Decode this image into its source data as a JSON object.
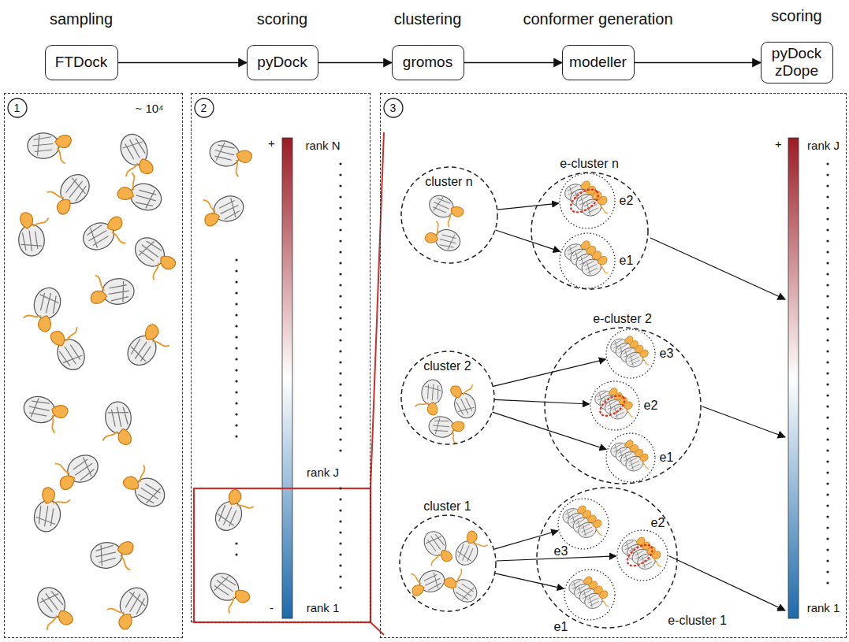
{
  "diagram": {
    "nodes": [
      {
        "text": [
          "sampling",
          "FTDock"
        ]
      },
      {
        "text": [
          "scoring",
          "pyDock"
        ]
      },
      {
        "text": [
          "clustering",
          "gromos"
        ]
      },
      {
        "text": [
          "conformer generation",
          "modeller"
        ]
      },
      {
        "text": [
          "scoring",
          "pyDock zDope"
        ]
      },
      {
        "text": [
          "~ 10⁴"
        ]
      },
      {
        "text": [
          "1"
        ],
        "in": 5
      },
      {
        "text": [
          "+",
          "rank N",
          "rank J",
          "rank 1",
          "-"
        ]
      },
      {
        "text": [
          "2"
        ],
        "in": 7
      },
      {
        "text": [
          "+",
          "rank J",
          "-",
          "rank 1"
        ]
      },
      {
        "text": [
          "3"
        ],
        "in": 9
      },
      {
        "text": [
          "cluster n"
        ],
        "in": 9
      },
      {
        "text": [
          "e-cluster n"
        ],
        "in": 9
      },
      {
        "text": [
          "e2"
        ],
        "in": 12
      },
      {
        "text": [
          "e1"
        ],
        "in": 12
      },
      {
        "text": [
          "cluster 2"
        ],
        "in": 9
      },
      {
        "text": [
          "e-cluster 2"
        ],
        "in": 9
      },
      {
        "text": [
          "e3"
        ],
        "in": 16
      },
      {
        "text": [
          "e2"
        ],
        "in": 16
      },
      {
        "text": [
          "e1"
        ],
        "in": 16
      },
      {
        "text": [
          "cluster 1"
        ],
        "in": 9
      },
      {
        "text": [
          "e-cluster 1"
        ],
        "in": 9
      },
      {
        "text": [
          "e3"
        ],
        "in": 21
      },
      {
        "text": [
          "e2"
        ],
        "in": 21
      },
      {
        "text": [
          "e1"
        ],
        "in": 21
      }
    ],
    "edges": [
      {
        "from": 0,
        "to": 1,
        "arrow": "to"
      },
      {
        "from": 1,
        "to": 2,
        "arrow": "to"
      },
      {
        "from": 2,
        "to": 3,
        "arrow": "to"
      },
      {
        "from": 3,
        "to": 4,
        "arrow": "to"
      },
      {
        "from": 11,
        "to": 13,
        "arrow": "to"
      },
      {
        "from": 11,
        "to": 14,
        "arrow": "to"
      },
      {
        "from": 15,
        "to": 17,
        "arrow": "to"
      },
      {
        "from": 15,
        "to": 18,
        "arrow": "to"
      },
      {
        "from": 15,
        "to": 19,
        "arrow": "to"
      },
      {
        "from": 20,
        "to": 22,
        "arrow": "to"
      },
      {
        "from": 20,
        "to": 23,
        "arrow": "to"
      },
      {
        "from": 20,
        "to": 24,
        "arrow": "to"
      }
    ]
  }
}
